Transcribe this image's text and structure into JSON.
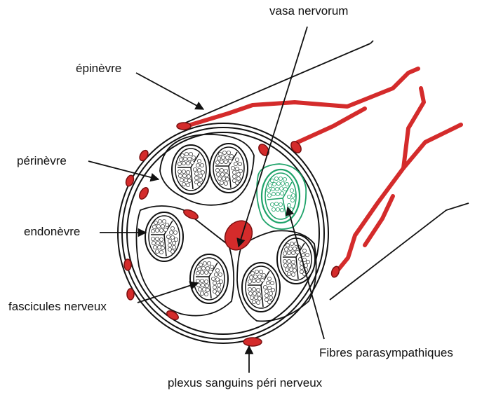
{
  "labels": {
    "vasa_nervorum": "vasa nervorum",
    "epinevre": "épinèvre",
    "perinevre": "périnèvre",
    "endonevre": "endonèvre",
    "fascicules_nerveux": "fascicules nerveux",
    "fibres_parasympathiques": "Fibres parasympathiques",
    "plexus_sanguins": "plexus sanguins péri nerveux"
  },
  "colors": {
    "vessel": "#d42b2b",
    "vessel_stroke": "#7a0f0f",
    "parasympathetic": "#1fa36a",
    "outline": "#111111"
  }
}
